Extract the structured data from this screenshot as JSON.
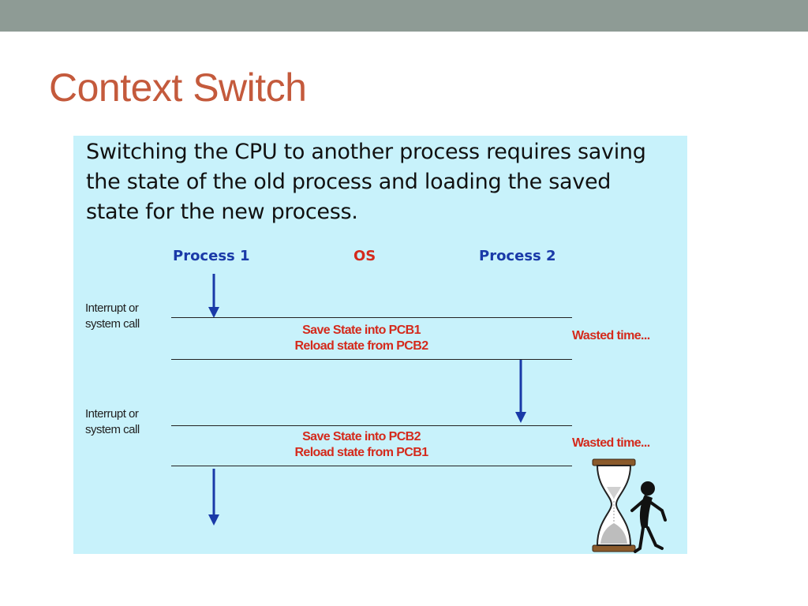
{
  "slide": {
    "title": "Context Switch"
  },
  "diagram": {
    "intro_lines": [
      "Switching the CPU to another process requires saving",
      "the state of the old process and loading the saved",
      "state for the new process."
    ],
    "columns": {
      "process1": "Process 1",
      "os": "OS",
      "process2": "Process 2"
    },
    "switches": [
      {
        "trigger_lines": [
          "Interrupt or",
          "system call"
        ],
        "save": "Save State into PCB1",
        "reload": "Reload state from PCB2",
        "wasted": "Wasted time..."
      },
      {
        "trigger_lines": [
          "Interrupt or",
          "system call"
        ],
        "save": "Save State into PCB2",
        "reload": "Reload state from PCB1",
        "wasted": "Wasted time..."
      }
    ],
    "colors": {
      "title": "#c45a3c",
      "panel_bg": "#c8f2fb",
      "process": "#1a3aa8",
      "os": "#d42a1c"
    },
    "icons": [
      "down-arrow-icon",
      "hourglass-icon"
    ]
  }
}
